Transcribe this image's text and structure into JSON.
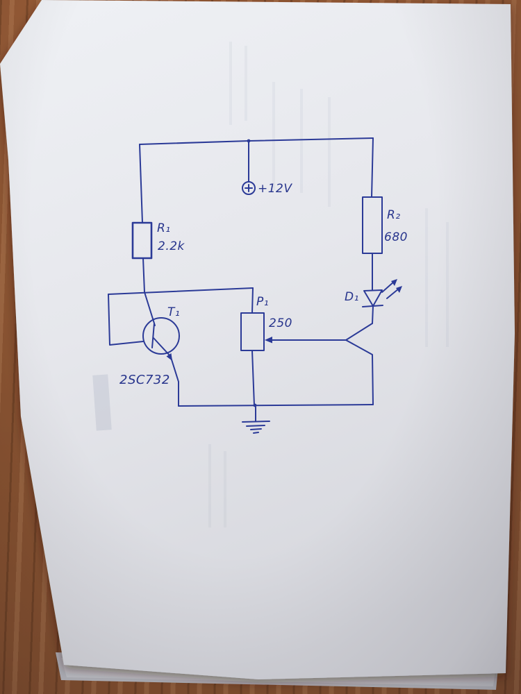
{
  "scene": {
    "description": "Photograph of a hand-drawn transistor LED driver circuit schematic in blue ink on a white sheet of paper lying on a wooden table",
    "ink_color": "#2b3a97",
    "paper_color": "#e7e8ec",
    "wood_color": "#9d5f38"
  },
  "labels": {
    "supply": "+12V",
    "r1": "R₁",
    "r1_value": "2.2k",
    "r2": "R₂",
    "r2_value": "680",
    "t1": "T₁",
    "t1_part": "2SC732",
    "p1": "P₁",
    "p1_value": "250",
    "d1": "D₁"
  },
  "components": [
    {
      "ref": "R₁",
      "type": "resistor",
      "value": "2.2k"
    },
    {
      "ref": "R₂",
      "type": "resistor",
      "value": "680"
    },
    {
      "ref": "T₁",
      "type": "NPN transistor",
      "part": "2SC732"
    },
    {
      "ref": "P₁",
      "type": "potentiometer",
      "value": "250"
    },
    {
      "ref": "D₁",
      "type": "LED (diode with emission arrows)"
    },
    {
      "ref": "+12V",
      "type": "supply (circled plus)"
    },
    {
      "ref": "GND",
      "type": "earth ground symbol"
    }
  ]
}
